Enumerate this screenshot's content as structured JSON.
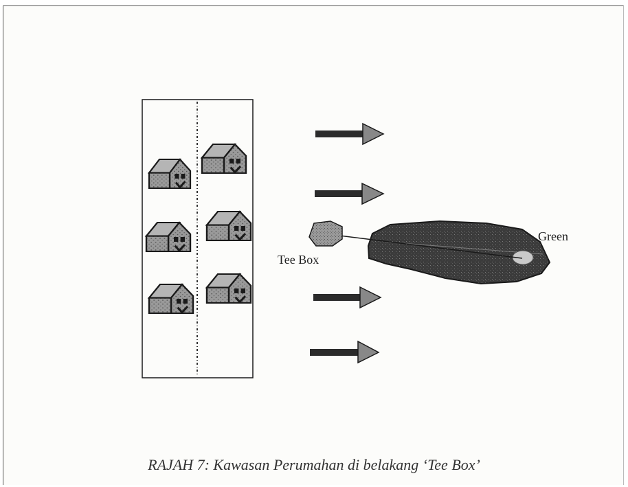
{
  "labels": {
    "tee_box": "Tee Box",
    "green": "Green",
    "caption": "RAJAH 7: Kawasan Perumahan di belakang ‘Tee Box’"
  },
  "elements": {
    "housing_area": {
      "house_count": 6,
      "divider": "dashed-line"
    },
    "arrows": {
      "count": 4,
      "direction": "right"
    },
    "fairway": {
      "shape": "irregular-polygon"
    }
  },
  "colors": {
    "outline": "#1a1a1a",
    "house_fill": "#9a9a9a",
    "arrow_fill": "#2b2b2b",
    "arrow_head": "#888888",
    "tee_fill": "#9b9b9b",
    "fairway_fill": "#3b3b3b",
    "green_fill": "#c9c9c9"
  }
}
